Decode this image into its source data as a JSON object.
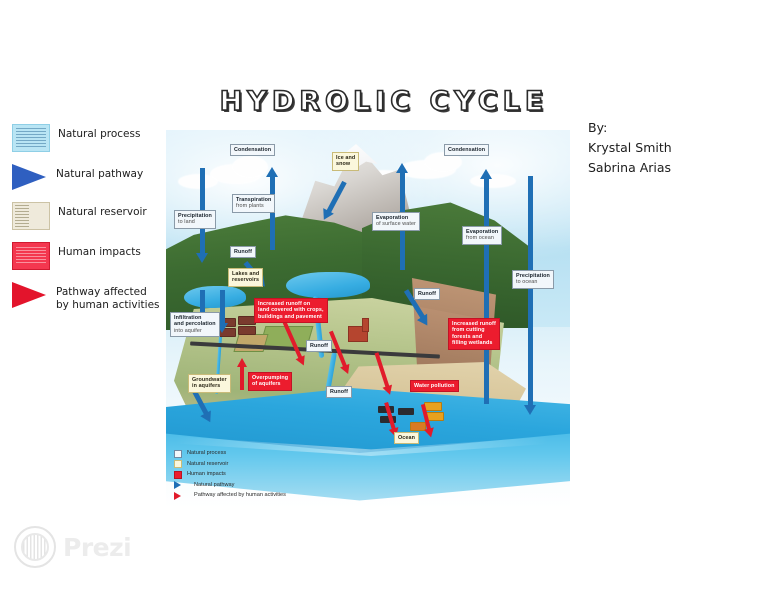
{
  "slide": {
    "title": "HYDROLIC CYCLE",
    "background_color": "#ffffff"
  },
  "byline": {
    "prefix": "By:",
    "author_1": "Krystal Smith",
    "author_2": "Sabrina Arias"
  },
  "side_legend": {
    "items": [
      {
        "label": "Natural process",
        "thumb": "light-blue-slide-thumbnail",
        "color": "#b9e5f4"
      },
      {
        "label": "Natural pathway",
        "thumb": "blue-triangle-thumbnail",
        "color": "#2f5fc0"
      },
      {
        "label": "Natural reservoir",
        "thumb": "cream-slide-thumbnail",
        "color": "#efeadb"
      },
      {
        "label": "Human impacts",
        "thumb": "red-slide-thumbnail",
        "color": "#f4374f"
      },
      {
        "label": "Pathway affected\nby human activities",
        "label_line_1": "Pathway affected",
        "label_line_2": "by human activities",
        "thumb": "red-triangle-thumbnail",
        "color": "#e3142c"
      }
    ]
  },
  "diagram": {
    "name": "hydrologic-cycle-illustration",
    "callouts": {
      "condensation_left": {
        "line1": "Condensation",
        "line2": "",
        "kind": "natural-process"
      },
      "condensation_right": {
        "line1": "Condensation",
        "line2": "",
        "kind": "natural-process"
      },
      "transpiration": {
        "line1": "Transpiration",
        "line2": "from plants",
        "kind": "natural-process"
      },
      "precipitation_land": {
        "line1": "Precipitation",
        "line2": "to land",
        "kind": "natural-process"
      },
      "precipitation_ocean": {
        "line1": "Precipitation",
        "line2": "to ocean",
        "kind": "natural-process"
      },
      "evaporation_surface": {
        "line1": "Evaporation",
        "line2": "of surface water",
        "kind": "natural-process"
      },
      "evaporation_ocean": {
        "line1": "Evaporation",
        "line2": "from ocean",
        "kind": "natural-process"
      },
      "infiltration": {
        "line1": "Infiltration",
        "line1b": "and percolation",
        "line2": "into aquifer",
        "kind": "natural-process"
      },
      "runoff_1": {
        "line1": "Runoff",
        "line2": "",
        "kind": "natural-process"
      },
      "runoff_2": {
        "line1": "Runoff",
        "line2": "",
        "kind": "natural-process"
      },
      "runoff_3": {
        "line1": "Runoff",
        "line2": "",
        "kind": "natural-process"
      },
      "runoff_4": {
        "line1": "Runoff",
        "line2": "",
        "kind": "natural-process"
      },
      "ice_and_snow": {
        "line1": "Ice and",
        "line2": "snow",
        "kind": "natural-reservoir"
      },
      "lakes_reservoirs": {
        "line1": "Lakes and",
        "line2": "reservoirs",
        "kind": "natural-reservoir"
      },
      "groundwater": {
        "line1": "Groundwater",
        "line2": "in aquifers",
        "kind": "natural-reservoir"
      },
      "ocean": {
        "line1": "Ocean",
        "line2": "",
        "kind": "natural-reservoir"
      },
      "increased_runoff_land": {
        "line1": "Increased runoff on",
        "line2": "land covered with crops,",
        "line3": "buildings and pavement",
        "kind": "human-impact"
      },
      "increased_runoff_forests": {
        "line1": "Increased runoff",
        "line2": "from cutting",
        "line3": "forests and",
        "line4": "filling wetlands",
        "kind": "human-impact"
      },
      "overpumping": {
        "line1": "Overpumping",
        "line2": "of aquifers",
        "kind": "human-impact"
      },
      "water_pollution": {
        "line1": "Water pollution",
        "line2": "",
        "kind": "human-impact"
      }
    },
    "inner_legend": [
      {
        "label": "Natural process",
        "swatch": "square",
        "color": "#f2f7fb"
      },
      {
        "label": "Natural reservoir",
        "swatch": "square",
        "color": "#fbf7dc"
      },
      {
        "label": "Human impacts",
        "swatch": "square",
        "color": "#ec1c2e"
      },
      {
        "label": "Natural pathway",
        "swatch": "triangle",
        "color": "#1f6fb5"
      },
      {
        "label": "Pathway affected by human activities",
        "swatch": "triangle",
        "color": "#e11b2b"
      }
    ]
  },
  "watermark": {
    "brand": "Prezi"
  }
}
